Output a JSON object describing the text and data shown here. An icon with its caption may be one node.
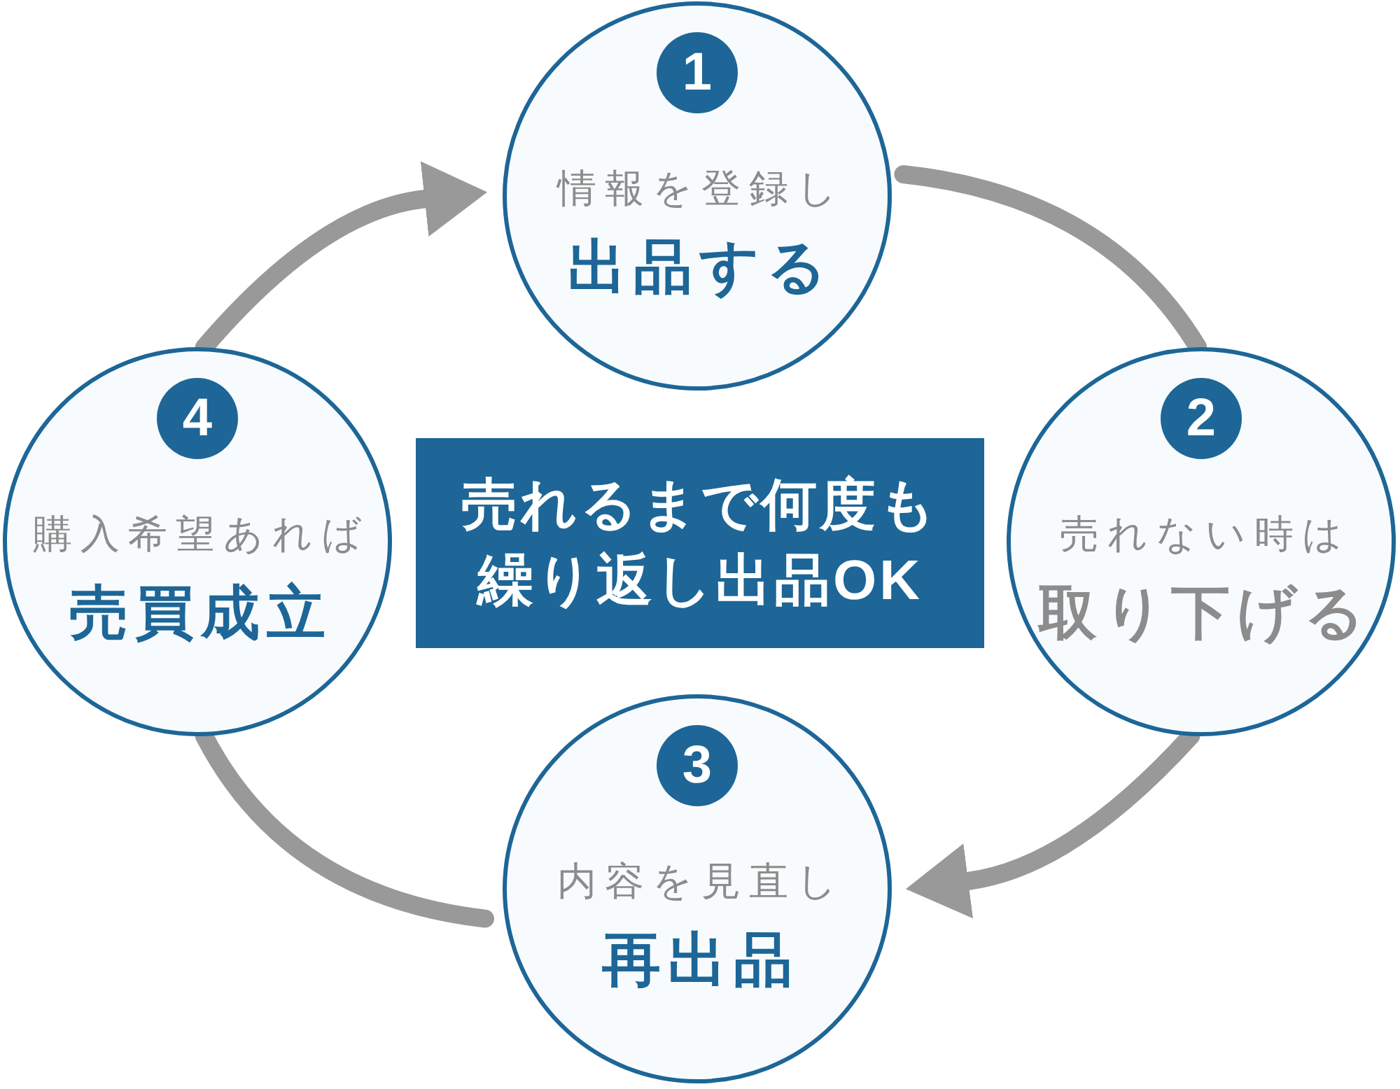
{
  "diagram": {
    "nodes": [
      {
        "text": [
          "1",
          "情報を登録し",
          "出品する"
        ]
      },
      {
        "text": [
          "2",
          "売れない時は",
          "取り下げる"
        ]
      },
      {
        "text": [
          "3",
          "内容を見直し",
          "再出品"
        ]
      },
      {
        "text": [
          "4",
          "購入希望あれば",
          "売買成立"
        ]
      },
      {
        "text": [
          "売れるまで何度も繰り返し出品OK"
        ]
      }
    ],
    "edges": [
      {
        "from": 0,
        "to": 1,
        "arrow": "none"
      },
      {
        "from": 1,
        "to": 2,
        "arrow": "to"
      },
      {
        "from": 2,
        "to": 3,
        "arrow": "none"
      },
      {
        "from": 3,
        "to": 0,
        "arrow": "to"
      }
    ]
  }
}
